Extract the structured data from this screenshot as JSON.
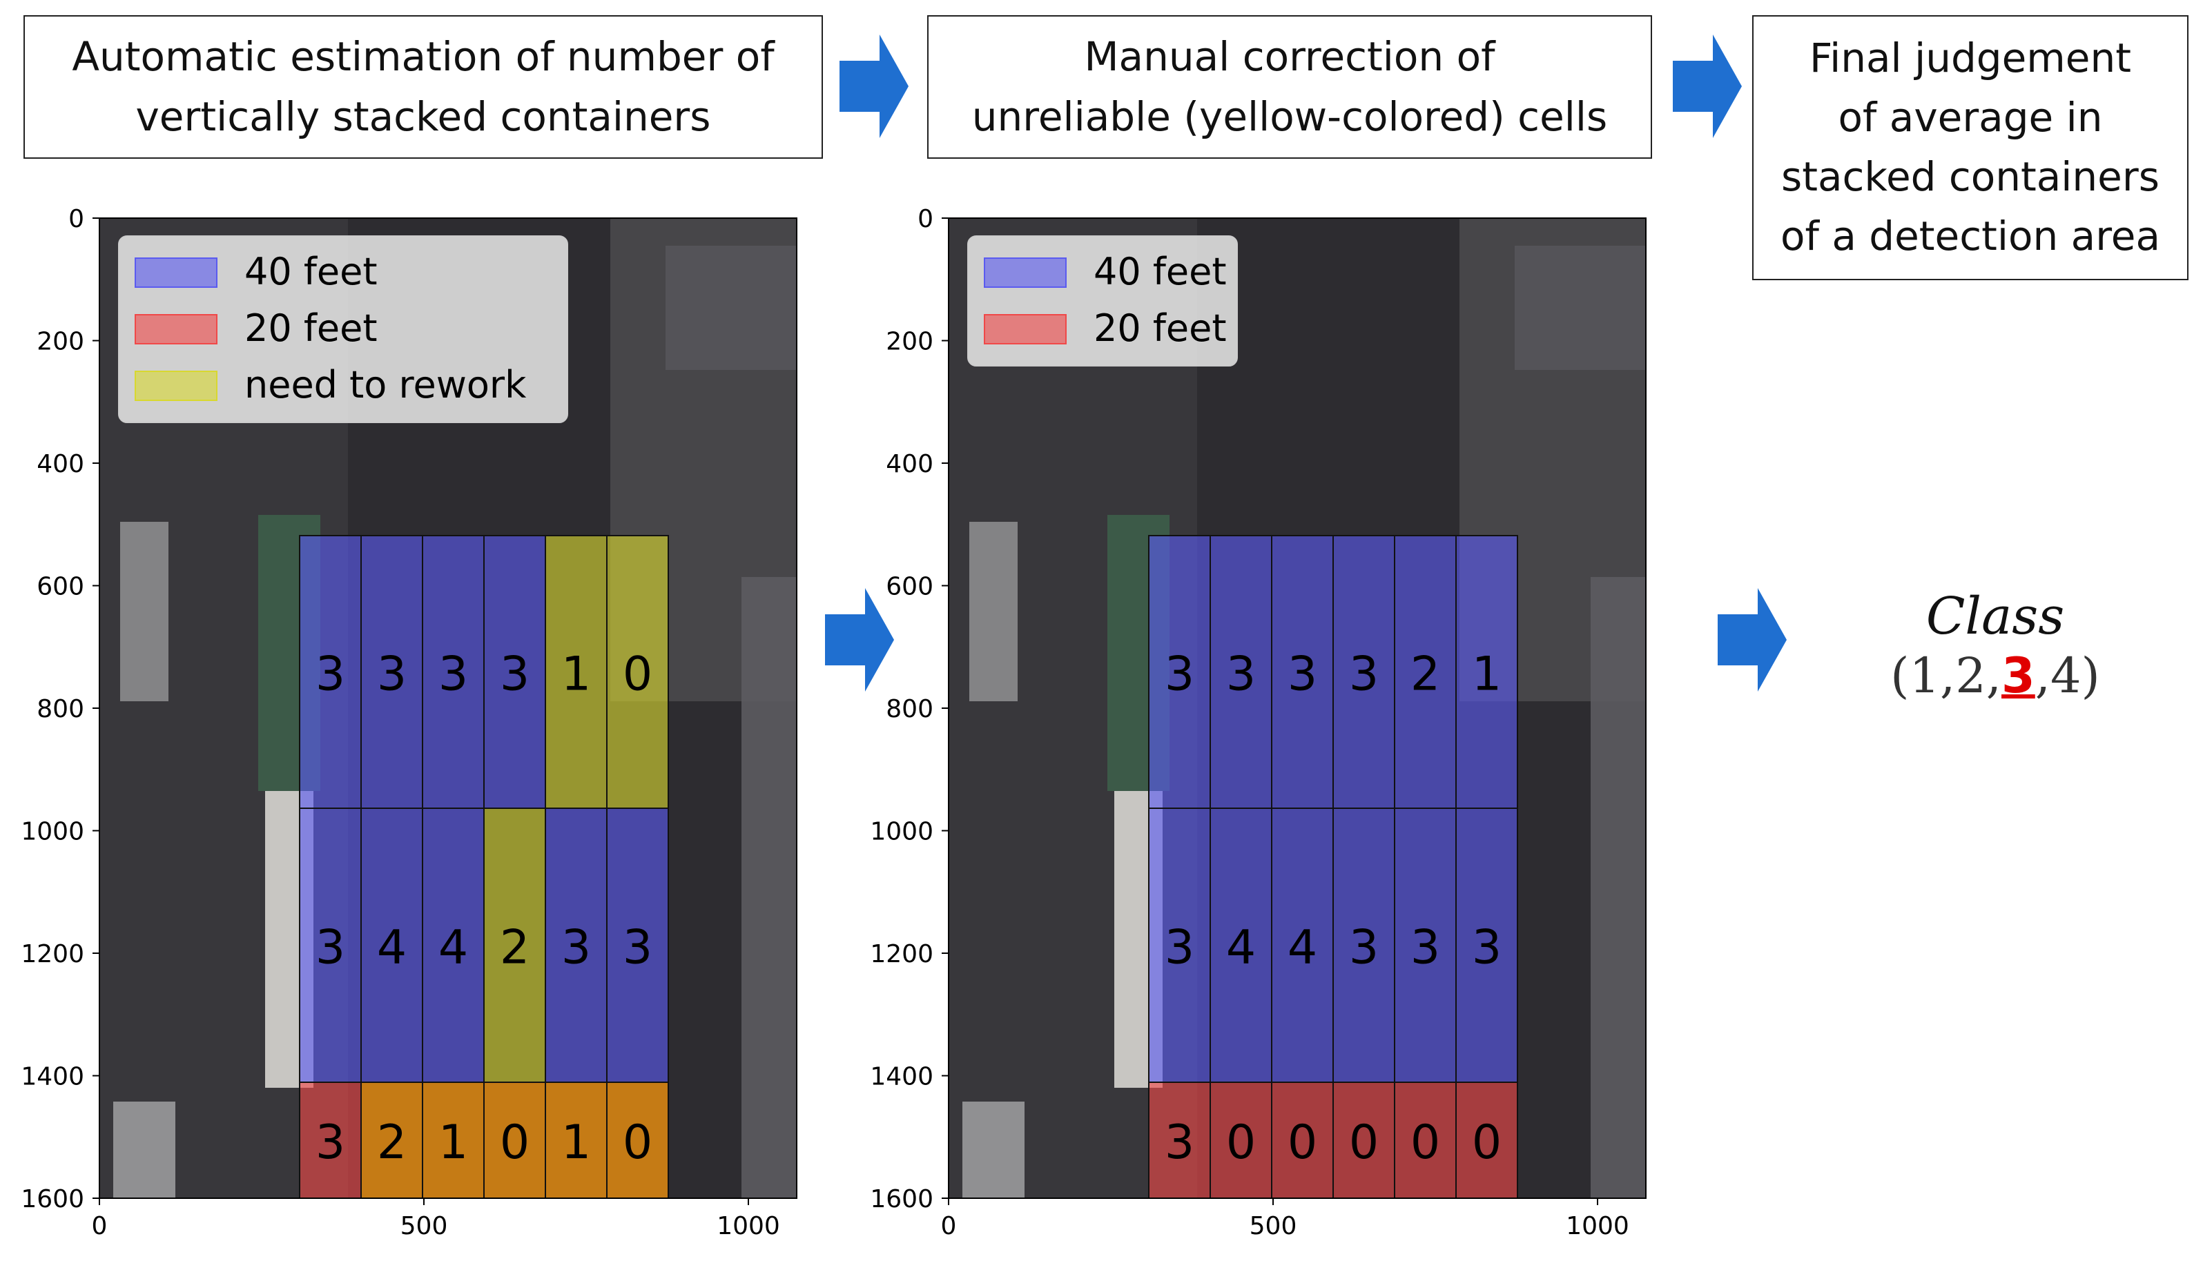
{
  "steps": [
    {
      "line1": "Automatic estimation of number of",
      "line2": "vertically stacked containers"
    },
    {
      "line1": "Manual correction of",
      "line2": "unreliable (yellow-colored) cells"
    },
    {
      "line1": "Final judgement",
      "line2": "of average in",
      "line3": "stacked containers",
      "line4": "of a detection area"
    }
  ],
  "class_result": {
    "label": "Class",
    "open": "(1,2,",
    "selected": "3",
    "close": ",4)",
    "highlight_color": "#e00000"
  },
  "colors": {
    "feet40": "#5a5af0",
    "feet20": "#f04848",
    "rework": "#d8d830",
    "arrow": "#1f6fd0"
  },
  "plots": [
    {
      "legend": [
        "40 feet",
        "20 feet",
        "need to rework"
      ],
      "y_ticks": [
        "0",
        "200",
        "400",
        "600",
        "800",
        "1000",
        "1200",
        "1400",
        "1600"
      ],
      "x_ticks": [
        "0",
        "500",
        "1000"
      ],
      "rows": [
        {
          "labels": [
            "3",
            "3",
            "3",
            "3",
            "1",
            "0"
          ],
          "types": [
            "40",
            "40",
            "40",
            "40",
            "rework",
            "rework"
          ]
        },
        {
          "labels": [
            "3",
            "4",
            "4",
            "2",
            "3",
            "3"
          ],
          "types": [
            "40",
            "40",
            "40",
            "rework",
            "40",
            "40"
          ]
        },
        {
          "labels": [
            "3",
            "2",
            "1",
            "0",
            "1",
            "0"
          ],
          "types": [
            "20",
            "orange",
            "orange",
            "orange",
            "orange",
            "orange"
          ]
        }
      ]
    },
    {
      "legend": [
        "40 feet",
        "20 feet"
      ],
      "y_ticks": [
        "0",
        "200",
        "400",
        "600",
        "800",
        "1000",
        "1200",
        "1400",
        "1600"
      ],
      "x_ticks": [
        "0",
        "500",
        "1000"
      ],
      "rows": [
        {
          "labels": [
            "3",
            "3",
            "3",
            "3",
            "2",
            "1"
          ],
          "types": [
            "40",
            "40",
            "40",
            "40",
            "40",
            "40"
          ]
        },
        {
          "labels": [
            "3",
            "4",
            "4",
            "3",
            "3",
            "3"
          ],
          "types": [
            "40",
            "40",
            "40",
            "40",
            "40",
            "40"
          ]
        },
        {
          "labels": [
            "3",
            "0",
            "0",
            "0",
            "0",
            "0"
          ],
          "types": [
            "20",
            "20",
            "20",
            "20",
            "20",
            "20"
          ]
        }
      ]
    }
  ]
}
